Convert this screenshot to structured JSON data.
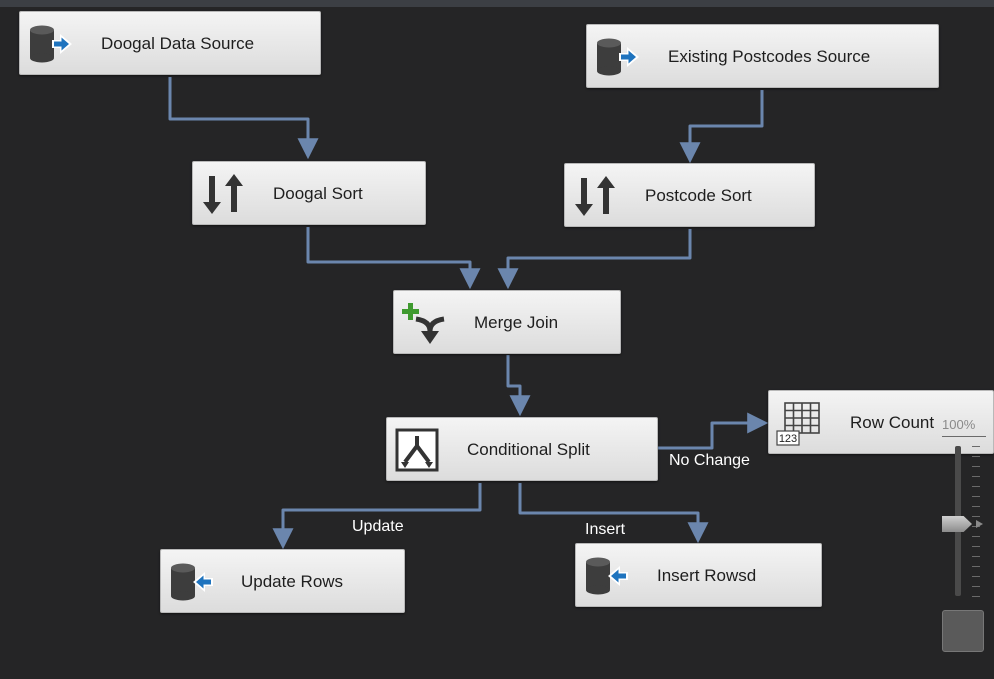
{
  "nodes": {
    "doogal_source": {
      "label": "Doogal Data Source",
      "icon": "database-source-icon"
    },
    "existing_source": {
      "label": "Existing Postcodes Source",
      "icon": "database-source-icon"
    },
    "doogal_sort": {
      "label": "Doogal Sort",
      "icon": "sort-icon"
    },
    "postcode_sort": {
      "label": "Postcode Sort",
      "icon": "sort-icon"
    },
    "merge_join": {
      "label": "Merge Join",
      "icon": "merge-join-icon"
    },
    "conditional_split": {
      "label": "Conditional Split",
      "icon": "conditional-split-icon"
    },
    "row_count": {
      "label": "Row Count",
      "icon": "row-count-icon",
      "icon_text": "123"
    },
    "update_rows": {
      "label": "Update Rows",
      "icon": "database-destination-icon"
    },
    "insert_rows": {
      "label": "Insert Rowsd",
      "icon": "database-destination-icon"
    }
  },
  "path_labels": {
    "no_change": "No Change",
    "update": "Update",
    "insert": "Insert"
  },
  "zoom": {
    "percent_label": "100%",
    "level_percent": 100
  },
  "colors": {
    "canvas": "#252526",
    "connector": "#6b86ad",
    "node_face": "#e8e8e8",
    "source_arrow": "#1e73be",
    "merge_plus": "#3f9a2f"
  }
}
